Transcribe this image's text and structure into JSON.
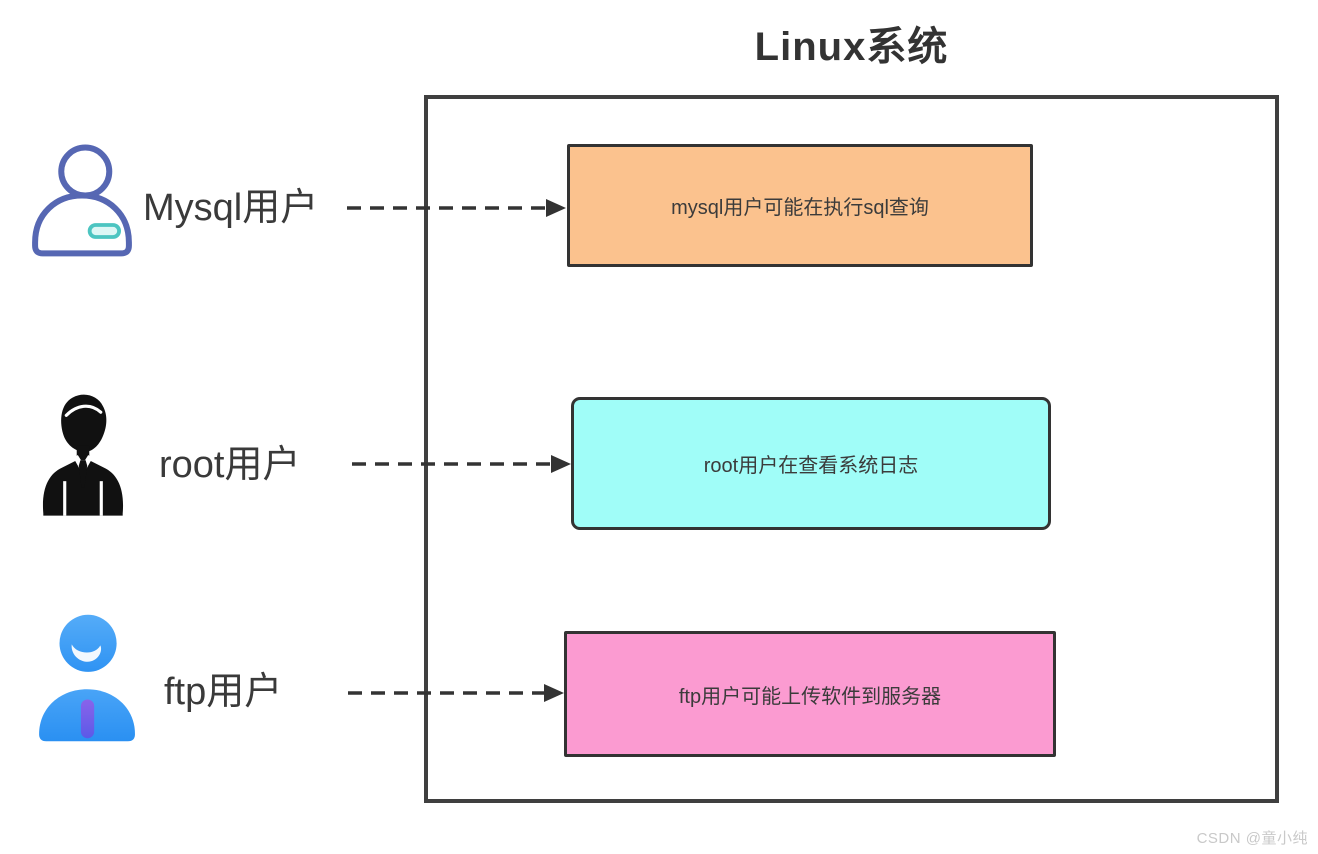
{
  "diagram": {
    "title": "Linux系统",
    "watermark": "CSDN @童小纯"
  },
  "actors": [
    {
      "label": "Mysql用户",
      "icon": "user-outline-icon"
    },
    {
      "label": "root用户",
      "icon": "businessman-icon"
    },
    {
      "label": "ftp用户",
      "icon": "user-filled-icon"
    }
  ],
  "activities": [
    {
      "text": "mysql用户可能在执行sql查询",
      "fill": "#fbc28e"
    },
    {
      "text": "root用户在查看系统日志",
      "fill": "#a0fdf8"
    },
    {
      "text": "ftp用户可能上传软件到服务器",
      "fill": "#fb9bd1"
    }
  ],
  "colors": {
    "container_border": "#3f3f3f",
    "box_border": "#333333",
    "arrow": "#333333",
    "title_text": "#333333",
    "label_text": "#3a3a3a",
    "watermark_text": "#c9c9c9",
    "outline_user_stroke": "#5667b3",
    "outline_user_badge": "#4cc5c1",
    "businessman_fill": "#111111",
    "filled_user_head": "#47a2f6",
    "filled_user_body": "#2f97f5",
    "filled_user_tie": "#7b57e0"
  }
}
